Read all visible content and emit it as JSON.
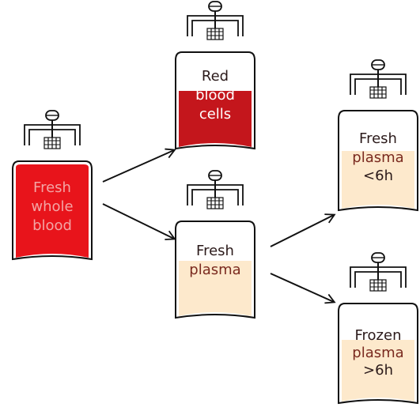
{
  "colors": {
    "outline": "#111111",
    "whole_blood": "#e8141b",
    "red_cells": "#c4161c",
    "plasma": "#fde9cc",
    "text_dark": "#2b1a1a",
    "text_on_red": "#f3a5a5",
    "text_on_red_cells": "#ffffff",
    "text_plasma": "#7a2a1f"
  },
  "bags": {
    "whole_blood": {
      "line1": "Fresh",
      "line2": "whole",
      "line3": "blood"
    },
    "red_cells": {
      "line1": "Red",
      "line2": "blood",
      "line3": "cells"
    },
    "plasma": {
      "line1": "Fresh",
      "line2": "plasma"
    },
    "plasma_fresh": {
      "line1": "Fresh",
      "line2": "plasma",
      "line3": "<6h"
    },
    "plasma_frozen": {
      "line1": "Frozen",
      "line2": "plasma",
      "line3": ">6h"
    }
  }
}
